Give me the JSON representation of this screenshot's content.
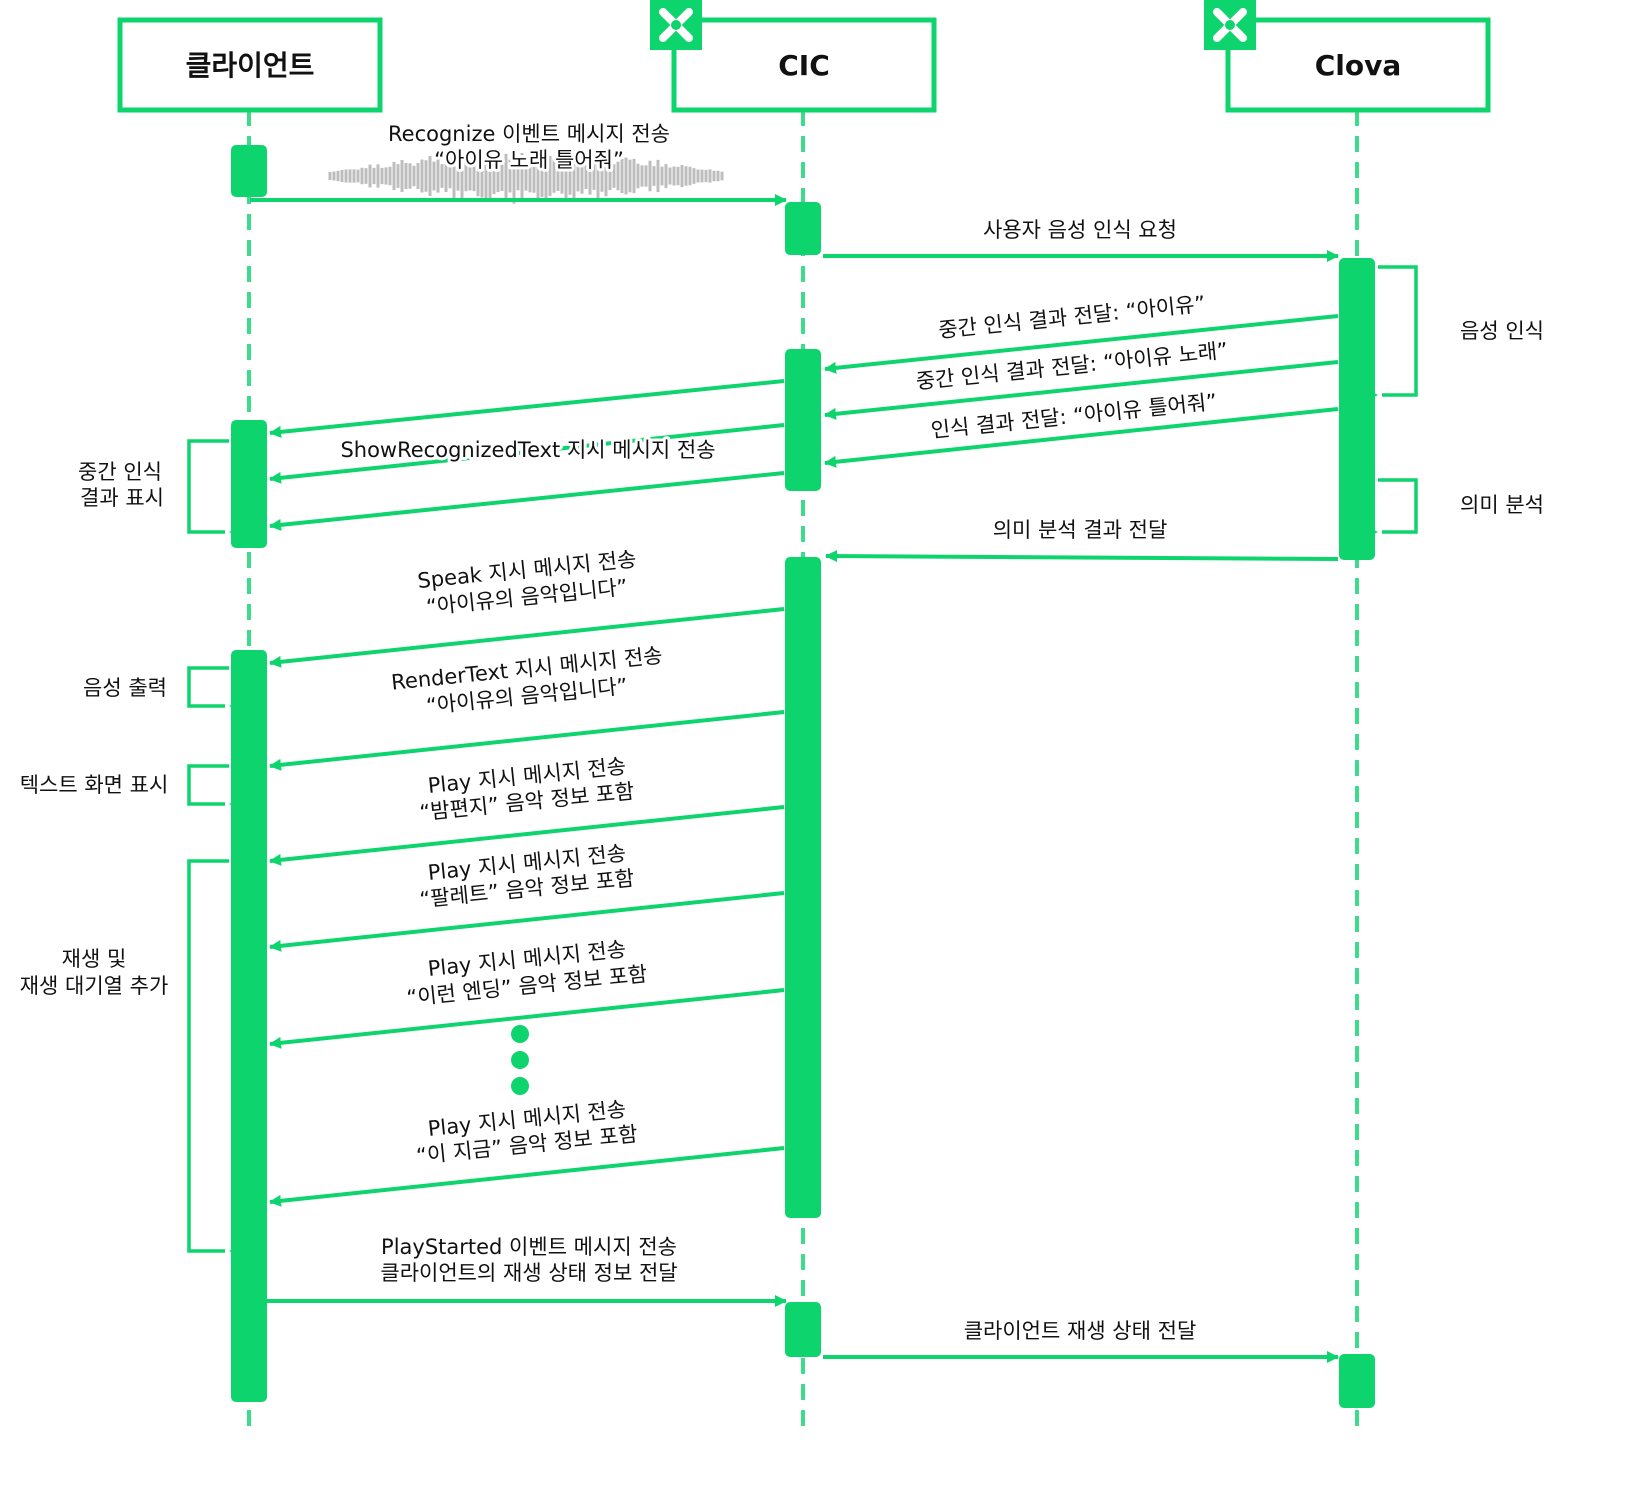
{
  "colors": {
    "accent": "#0ed46e",
    "text": "#111111",
    "waveform": "#bdbdbd",
    "background": "#ffffff"
  },
  "participants": [
    {
      "id": "client",
      "label": "클라이언트",
      "icon": null
    },
    {
      "id": "cic",
      "label": "CIC",
      "icon": "clova-logo-icon"
    },
    {
      "id": "clova",
      "label": "Clova",
      "icon": "clova-logo-icon"
    }
  ],
  "messages": [
    {
      "id": "recognize",
      "from": "client",
      "to": "cic",
      "lines": [
        "Recognize 이벤트 메시지 전송",
        "“아이유 노래 틀어줘”"
      ]
    },
    {
      "id": "asr-request",
      "from": "cic",
      "to": "clova",
      "lines": [
        "사용자 음성 인식 요청"
      ]
    },
    {
      "id": "partial-1",
      "from": "clova",
      "to": "cic",
      "lines": [
        "중간 인식 결과 전달: “아이유”"
      ]
    },
    {
      "id": "partial-2",
      "from": "clova",
      "to": "cic",
      "lines": [
        "중간 인식 결과 전달: “아이유 노래”"
      ]
    },
    {
      "id": "final-result",
      "from": "clova",
      "to": "cic",
      "lines": [
        "인식 결과 전달: “아이유 틀어줘”"
      ]
    },
    {
      "id": "show-text",
      "from": "cic",
      "to": "client",
      "lines": [
        "ShowRecognizedText 지시 메시지 전송"
      ]
    },
    {
      "id": "nlu-result",
      "from": "clova",
      "to": "cic",
      "lines": [
        "의미 분석 결과 전달"
      ]
    },
    {
      "id": "speak",
      "from": "cic",
      "to": "client",
      "lines": [
        "Speak 지시 메시지 전송",
        "“아이유의 음악입니다”"
      ]
    },
    {
      "id": "render-text",
      "from": "cic",
      "to": "client",
      "lines": [
        "RenderText 지시 메시지 전송",
        "“아이유의 음악입니다”"
      ]
    },
    {
      "id": "play-1",
      "from": "cic",
      "to": "client",
      "lines": [
        "Play 지시 메시지 전송",
        "“밤편지” 음악 정보 포함"
      ]
    },
    {
      "id": "play-2",
      "from": "cic",
      "to": "client",
      "lines": [
        "Play 지시 메시지 전송",
        "“팔레트” 음악 정보 포함"
      ]
    },
    {
      "id": "play-3",
      "from": "cic",
      "to": "client",
      "lines": [
        "Play 지시 메시지 전송",
        "“이런 엔딩” 음악 정보 포함"
      ]
    },
    {
      "id": "play-4",
      "from": "cic",
      "to": "client",
      "lines": [
        "Play 지시 메시지 전송",
        "“이 지금” 음악 정보 포함"
      ]
    },
    {
      "id": "play-started",
      "from": "client",
      "to": "cic",
      "lines": [
        "PlayStarted 이벤트 메시지 전송",
        "클라이언트의 재생 상태 정보 전달"
      ]
    },
    {
      "id": "client-state",
      "from": "cic",
      "to": "clova",
      "lines": [
        "클라이언트 재생 상태 전달"
      ]
    }
  ],
  "notes": [
    {
      "id": "asr",
      "participant": "clova",
      "side": "right",
      "lines": [
        "음성 인식"
      ]
    },
    {
      "id": "nlu",
      "participant": "clova",
      "side": "right",
      "lines": [
        "의미 분석"
      ]
    },
    {
      "id": "partial-display",
      "participant": "client",
      "side": "left",
      "lines": [
        "중간 인식",
        "결과 표시"
      ]
    },
    {
      "id": "speech-output",
      "participant": "client",
      "side": "left",
      "lines": [
        "음성 출력"
      ]
    },
    {
      "id": "text-display",
      "participant": "client",
      "side": "left",
      "lines": [
        "텍스트 화면 표시"
      ]
    },
    {
      "id": "play-queue",
      "participant": "client",
      "side": "left",
      "lines": [
        "재생 및",
        "재생 대기열 추가"
      ]
    }
  ]
}
